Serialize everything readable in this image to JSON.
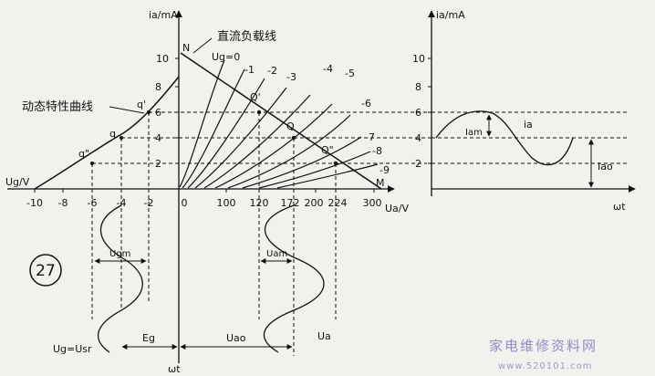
{
  "figure_number": "27",
  "left_plot": {
    "y_axis_label": "ia/mA",
    "x_axis_label": "Ua/V",
    "grid_x_label": "Ug/V",
    "y_ticks": [
      "2",
      "4",
      "6",
      "8",
      "10"
    ],
    "x_ticks_positive": [
      "0",
      "100",
      "120",
      "172",
      "200",
      "224",
      "300"
    ],
    "x_ticks_negative": [
      "-10",
      "-8",
      "-6",
      "-4",
      "-2"
    ],
    "curve_labels": [
      "Ug=0",
      "-1",
      "-2",
      "-3",
      "-4",
      "-5",
      "-6",
      "-7",
      "-8",
      "-9"
    ],
    "load_line_label": "直流负载线",
    "dynamic_curve_label": "动态特性曲线",
    "points": {
      "N": "N",
      "M": "M",
      "Q": "Q",
      "Q_prime": "Q'",
      "Q_dprime": "Q\"",
      "q": "q",
      "q_prime": "q'",
      "q_dprime": "q\""
    },
    "ugm_label": "Ugm",
    "uam_label": "Uam",
    "eg_label": "Eg",
    "uao_label": "Uao",
    "ua_wave_label": "Ua",
    "ug_wave_label": "Ug=Usr",
    "time_label": "ωt"
  },
  "right_plot": {
    "y_axis_label": "ia/mA",
    "y_ticks": [
      "2",
      "4",
      "6",
      "8",
      "10"
    ],
    "iam_label": "Iam",
    "ia_label": "ia",
    "iao_label": "Iao",
    "time_label": "ωt"
  },
  "watermark": {
    "line1": "家电维修资料网",
    "line2": "www.520101.com"
  },
  "colors": {
    "ink": "#111111",
    "paper": "#f2f1ee",
    "watermark": "#8e8ec9"
  }
}
